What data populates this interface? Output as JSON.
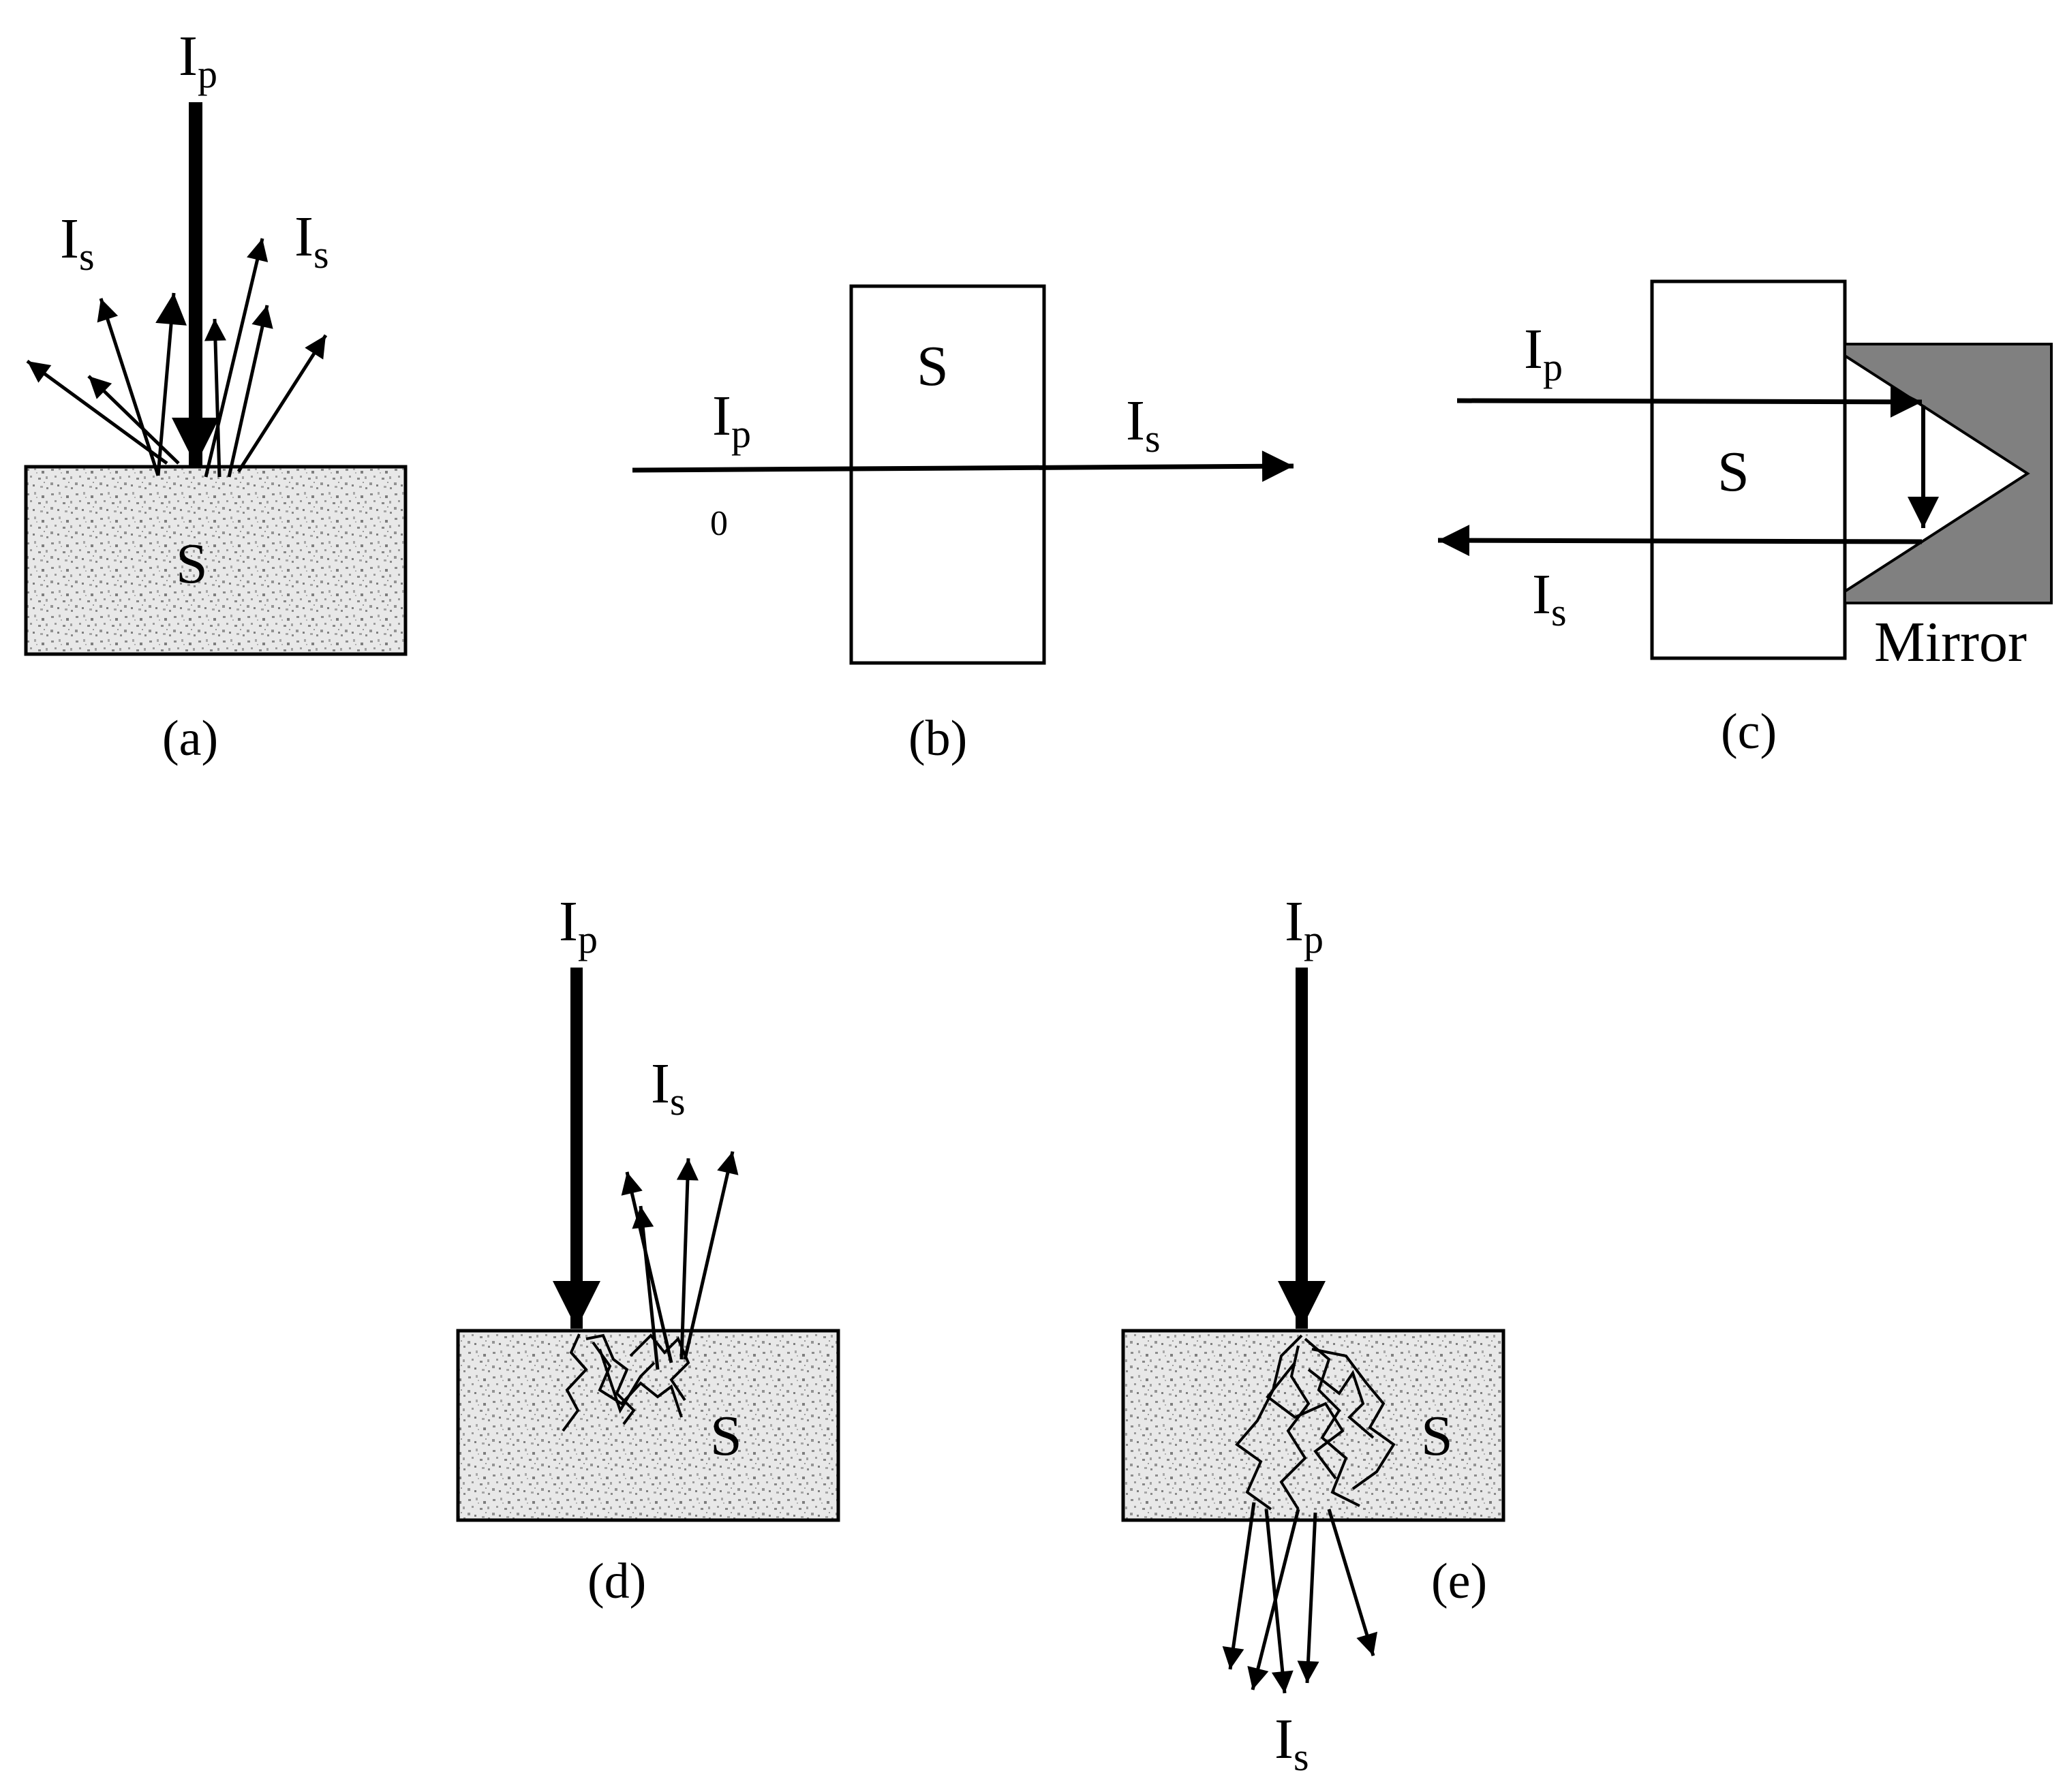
{
  "labels": {
    "primary_main": "I",
    "primary_sub": "p",
    "scattered_main": "I",
    "scattered_sub": "s",
    "sample": "S",
    "mirror": "Mirror",
    "zero": "0"
  },
  "panels": {
    "a": {
      "caption": "(a)"
    },
    "b": {
      "caption": "(b)"
    },
    "c": {
      "caption": "(c)"
    },
    "d": {
      "caption": "(d)"
    },
    "e": {
      "caption": "(e)"
    }
  },
  "colors": {
    "ink": "#000000",
    "mirror_fill": "#808080",
    "sample_fill": "#e6e6e6",
    "speckle": "#9a9a9a"
  }
}
